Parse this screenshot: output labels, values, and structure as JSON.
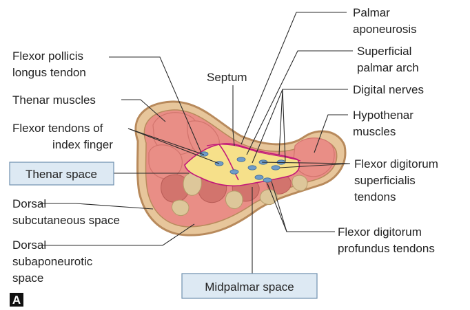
{
  "figure": {
    "panel_letter": "A",
    "colors": {
      "skin": "#b88a5c",
      "skin_light": "#e7c69b",
      "muscle": "#e98e86",
      "muscle_dark": "#d2746d",
      "bone": "#ddc79a",
      "space_fill": "#f6e08a",
      "septum_line": "#c2187a",
      "tendon": "#6f9cc9",
      "box_fill": "#dde9f3",
      "box_border": "#6f8fae"
    }
  },
  "labels": {
    "palmar_aponeurosis": [
      "Palmar",
      "aponeurosis"
    ],
    "superficial_palmar_arch": [
      "Superficial",
      "palmar arch"
    ],
    "digital_nerves": [
      "Digital nerves"
    ],
    "hypothenar_muscles": [
      "Hypothenar",
      "muscles"
    ],
    "flexor_digitorum_superficialis": [
      "Flexor digitorum",
      "superficialis",
      "tendons"
    ],
    "flexor_digitorum_profundus": [
      "Flexor digitorum",
      "profundus tendons"
    ],
    "flexor_pollicis_longus": [
      "Flexor pollicis",
      "longus tendon"
    ],
    "septum": [
      "Septum"
    ],
    "thenar_muscles": [
      "Thenar muscles"
    ],
    "flexor_tendons_index": [
      "Flexor tendons of",
      "index finger"
    ],
    "thenar_space": "Thenar space",
    "dorsal_subcutaneous": [
      "Dorsal",
      "subcutaneous space"
    ],
    "dorsal_subaponeurotic": [
      "Dorsal",
      "subaponeurotic",
      "space"
    ],
    "midpalmar_space": "Midpalmar space"
  }
}
